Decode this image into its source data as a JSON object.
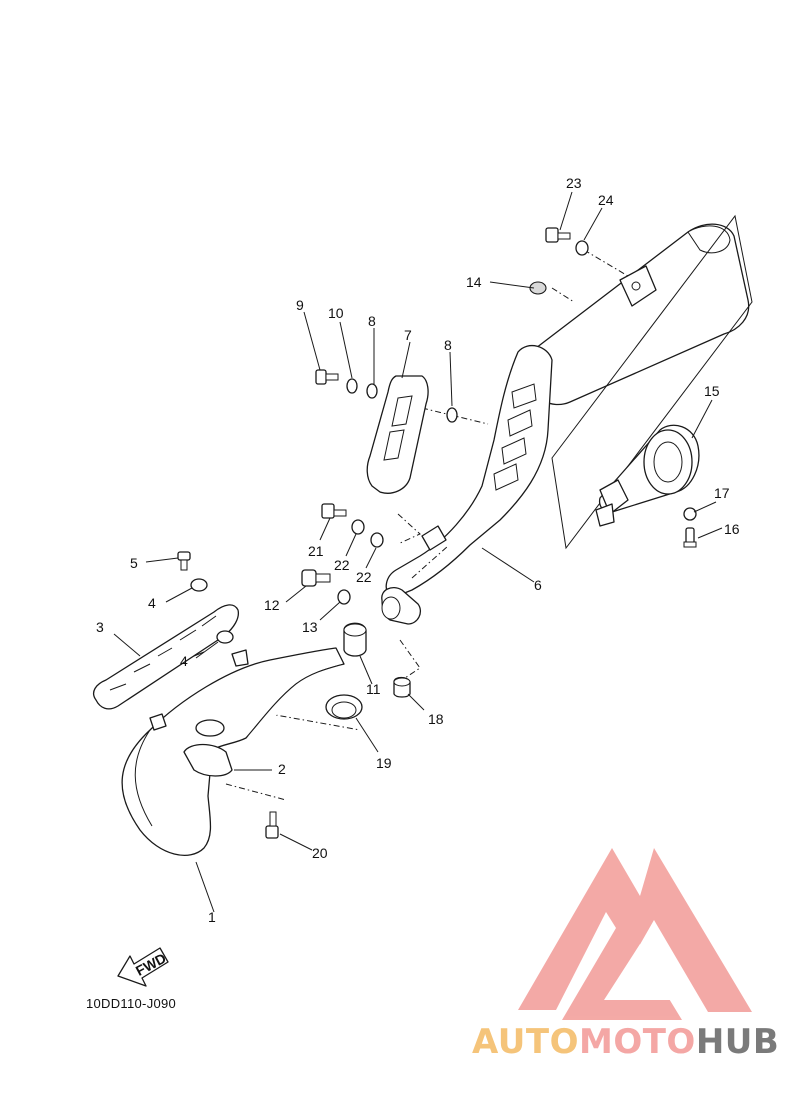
{
  "diagram": {
    "code": "10DD110-J090",
    "fwd_label": "FWD",
    "callouts": [
      {
        "id": "c1",
        "text": "1"
      },
      {
        "id": "c2",
        "text": "2"
      },
      {
        "id": "c3",
        "text": "3"
      },
      {
        "id": "c4a",
        "text": "4"
      },
      {
        "id": "c4b",
        "text": "4"
      },
      {
        "id": "c5",
        "text": "5"
      },
      {
        "id": "c6",
        "text": "6"
      },
      {
        "id": "c7",
        "text": "7"
      },
      {
        "id": "c8a",
        "text": "8"
      },
      {
        "id": "c8b",
        "text": "8"
      },
      {
        "id": "c9",
        "text": "9"
      },
      {
        "id": "c10",
        "text": "10"
      },
      {
        "id": "c11",
        "text": "11"
      },
      {
        "id": "c12",
        "text": "12"
      },
      {
        "id": "c13",
        "text": "13"
      },
      {
        "id": "c14",
        "text": "14"
      },
      {
        "id": "c15",
        "text": "15"
      },
      {
        "id": "c16",
        "text": "16"
      },
      {
        "id": "c17",
        "text": "17"
      },
      {
        "id": "c18",
        "text": "18"
      },
      {
        "id": "c19",
        "text": "19"
      },
      {
        "id": "c20",
        "text": "20"
      },
      {
        "id": "c21",
        "text": "21"
      },
      {
        "id": "c22a",
        "text": "22"
      },
      {
        "id": "c22b",
        "text": "22"
      },
      {
        "id": "c23",
        "text": "23"
      },
      {
        "id": "c24",
        "text": "24"
      }
    ]
  },
  "watermark": {
    "brand_auto": "AUTO",
    "brand_moto": "MOTO",
    "brand_hub": "HUB",
    "color_auto": "#f5c47a",
    "color_moto": "#f4a7a5",
    "color_hub": "#7a7a7a"
  }
}
